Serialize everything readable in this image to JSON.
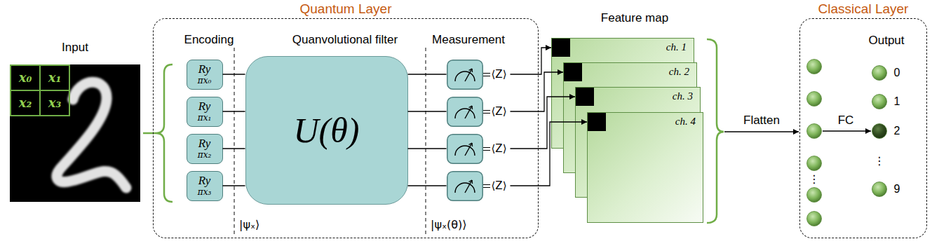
{
  "diagram": {
    "nodes": [
      {
        "text": [
          "Input"
        ]
      },
      {
        "text": [
          "x₀"
        ],
        "in": 0
      },
      {
        "text": [
          "x₁"
        ],
        "in": 0
      },
      {
        "text": [
          "x₂"
        ],
        "in": 0
      },
      {
        "text": [
          "x₃"
        ],
        "in": 0
      },
      {
        "text": [
          "Quantum Layer"
        ]
      },
      {
        "text": [
          "Ry",
          "πx₀"
        ],
        "in": 5
      },
      {
        "text": [
          "Ry",
          "πx₁"
        ],
        "in": 5
      },
      {
        "text": [
          "Ry",
          "πx₂"
        ],
        "in": 5
      },
      {
        "text": [
          "Ry",
          "πx₃"
        ],
        "in": 5
      },
      {
        "text": [
          "U(θ)"
        ],
        "in": 5
      },
      {
        "text": [
          "⟨Z⟩"
        ],
        "in": 5
      },
      {
        "text": [
          "⟨Z⟩"
        ],
        "in": 5
      },
      {
        "text": [
          "⟨Z⟩"
        ],
        "in": 5
      },
      {
        "text": [
          "⟨Z⟩"
        ],
        "in": 5
      },
      {
        "text": [
          "ch. 1"
        ]
      },
      {
        "text": [
          "ch. 2"
        ]
      },
      {
        "text": [
          "ch. 3"
        ]
      },
      {
        "text": [
          "ch. 4"
        ]
      },
      {
        "text": [
          "Classical Layer"
        ]
      },
      {
        "text": [
          "0"
        ],
        "in": 19
      },
      {
        "text": [
          "1"
        ],
        "in": 19
      },
      {
        "text": [
          "2"
        ],
        "in": 19
      },
      {
        "text": [
          "9"
        ],
        "in": 19
      }
    ],
    "edges": [
      {
        "from": 6,
        "to": 10,
        "arrow": "none"
      },
      {
        "from": 7,
        "to": 10,
        "arrow": "none"
      },
      {
        "from": 8,
        "to": 10,
        "arrow": "none"
      },
      {
        "from": 9,
        "to": 10,
        "arrow": "none"
      },
      {
        "from": 10,
        "to": 11,
        "arrow": "none"
      },
      {
        "from": 10,
        "to": 12,
        "arrow": "none"
      },
      {
        "from": 10,
        "to": 13,
        "arrow": "none"
      },
      {
        "from": 10,
        "to": 14,
        "arrow": "none"
      },
      {
        "from": 11,
        "to": 15,
        "arrow": "to"
      },
      {
        "from": 12,
        "to": 16,
        "arrow": "to"
      },
      {
        "from": 13,
        "to": 17,
        "arrow": "to"
      },
      {
        "from": 14,
        "to": 18,
        "arrow": "to"
      }
    ],
    "labels": [
      "Encoding",
      "Quanvolutional filter",
      "Measurement",
      "|ψₓ⟩",
      "|ψₓ(θ)⟩",
      "Feature map",
      "Flatten",
      "FC",
      "Output",
      "⋮",
      "⋮"
    ]
  }
}
